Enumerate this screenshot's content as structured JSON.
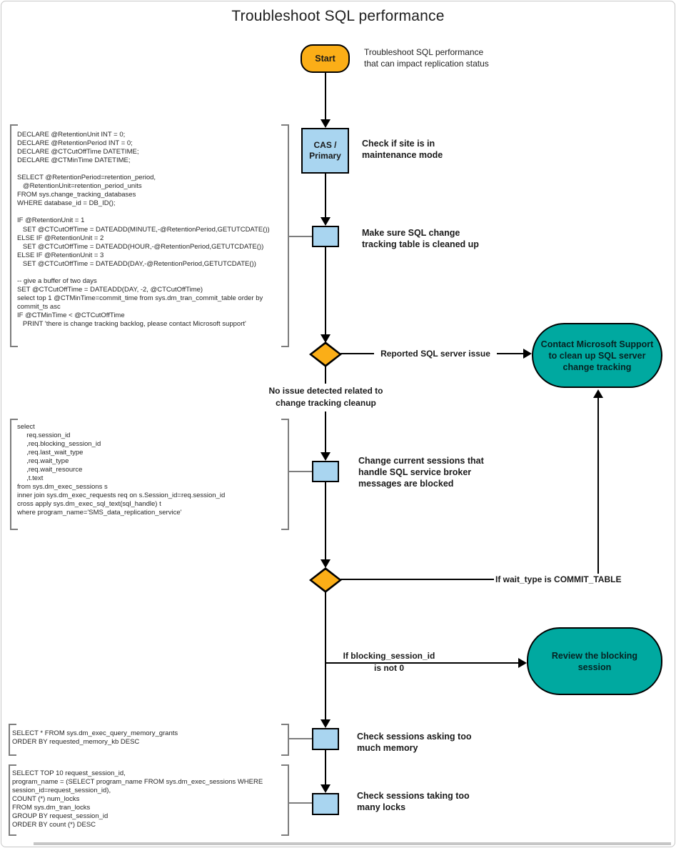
{
  "title": "Troubleshoot SQL performance",
  "colors": {
    "node_orange": "#FBAE17",
    "node_blue": "#A9D5F0",
    "node_teal": "#00A9A0",
    "line_black": "#000000",
    "bracket_gray": "#7d7d7d"
  },
  "flow": {
    "start": {
      "label": "Start",
      "note": "Troubleshoot SQL performance\nthat can impact replication status"
    },
    "cas": {
      "label": "CAS /\nPrimary",
      "note": "Check if site is in\nmaintenance mode"
    },
    "cleanup": {
      "note": "Make sure SQL change\ntracking table is cleaned up"
    },
    "decision_cleanup": {
      "yes": "Reported SQL server issue",
      "no": "No issue detected related to\nchange tracking cleanup"
    },
    "contact_support": {
      "label": "Contact Microsoft Support\nto clean up SQL server\nchange tracking"
    },
    "broker_sessions": {
      "note": "Change current sessions that\nhandle SQL service broker\nmessages are blocked"
    },
    "decision_wait_type": {
      "yes": "If wait_type is COMMIT_TABLE"
    },
    "blocking_branch": {
      "label": "If blocking_session_id\nis not 0"
    },
    "review_blocking": {
      "label": "Review the blocking session"
    },
    "memory": {
      "note": "Check sessions asking too\nmuch memory"
    },
    "locks": {
      "note": "Check sessions taking too\nmany locks"
    }
  },
  "sql": {
    "change_tracking_cleanup": "DECLARE @RetentionUnit INT = 0;\nDECLARE @RetentionPeriod INT = 0;\nDECLARE @CTCutOffTime DATETIME;\nDECLARE @CTMinTime DATETIME;\n\nSELECT @RetentionPeriod=retention_period,\n   @RetentionUnit=retention_period_units\nFROM sys.change_tracking_databases\nWHERE database_id = DB_ID();\n\nIF @RetentionUnit = 1\n   SET @CTCutOffTime = DATEADD(MINUTE,-@RetentionPeriod,GETUTCDATE())\nELSE IF @RetentionUnit = 2\n   SET @CTCutOffTime = DATEADD(HOUR,-@RetentionPeriod,GETUTCDATE())\nELSE IF @RetentionUnit = 3\n   SET @CTCutOffTime = DATEADD(DAY,-@RetentionPeriod,GETUTCDATE())\n\n-- give a buffer of two days\nSET @CTCutOffTime = DATEADD(DAY, -2, @CTCutOffTime)\nselect top 1 @CTMinTime=commit_time from sys.dm_tran_commit_table order by\ncommit_ts asc\nIF @CTMinTime < @CTCutOffTime\n   PRINT 'there is change tracking backlog, please contact Microsoft support'",
    "broker_sessions": "select\n     req.session_id\n     ,req.blocking_session_id\n     ,req.last_wait_type\n     ,req.wait_type\n     ,req.wait_resource\n     ,t.text\nfrom sys.dm_exec_sessions s\ninner join sys.dm_exec_requests req on s.Session_id=req.session_id\ncross apply sys.dm_exec_sql_text(sql_handle) t\nwhere program_name='SMS_data_replication_service'",
    "memory_grants": "SELECT * FROM sys.dm_exec_query_memory_grants\nORDER BY requested_memory_kb DESC",
    "lock_counts": "SELECT TOP 10 request_session_id,\nprogram_name = (SELECT program_name FROM sys.dm_exec_sessions WHERE\nsession_id=request_session_id),\nCOUNT (*) num_locks\nFROM sys.dm_tran_locks\nGROUP BY request_session_id\nORDER BY count (*) DESC"
  }
}
